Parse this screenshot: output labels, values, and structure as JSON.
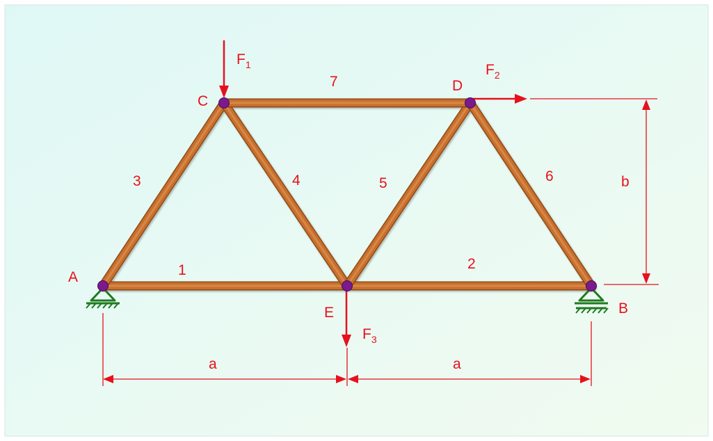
{
  "diagram": {
    "nodes": {
      "A": "A",
      "B": "B",
      "C": "C",
      "D": "D",
      "E": "E"
    },
    "members": [
      {
        "label": "1",
        "from": "A",
        "to": "E"
      },
      {
        "label": "2",
        "from": "E",
        "to": "B"
      },
      {
        "label": "3",
        "from": "A",
        "to": "C"
      },
      {
        "label": "4",
        "from": "C",
        "to": "E"
      },
      {
        "label": "5",
        "from": "E",
        "to": "D"
      },
      {
        "label": "6",
        "from": "D",
        "to": "B"
      },
      {
        "label": "7",
        "from": "C",
        "to": "D"
      }
    ],
    "forces": {
      "f1": {
        "base": "F",
        "sub": "1",
        "node": "C",
        "direction": "down"
      },
      "f2": {
        "base": "F",
        "sub": "2",
        "node": "D",
        "direction": "right"
      },
      "f3": {
        "base": "F",
        "sub": "3",
        "node": "E",
        "direction": "down"
      }
    },
    "dimensions": {
      "span_left": "a",
      "span_right": "a",
      "height": "b"
    },
    "supports": {
      "A": "pinned",
      "B": "roller"
    },
    "colors": {
      "member": "#c7702f",
      "member_light": "#e89a5a",
      "member_dark": "#8f4a17",
      "node": "#7a1a8c",
      "support": "#1f7a1f",
      "annotation": "#e8101c",
      "background_start": "#dff8f6",
      "background_end": "#f1fbf0"
    }
  }
}
